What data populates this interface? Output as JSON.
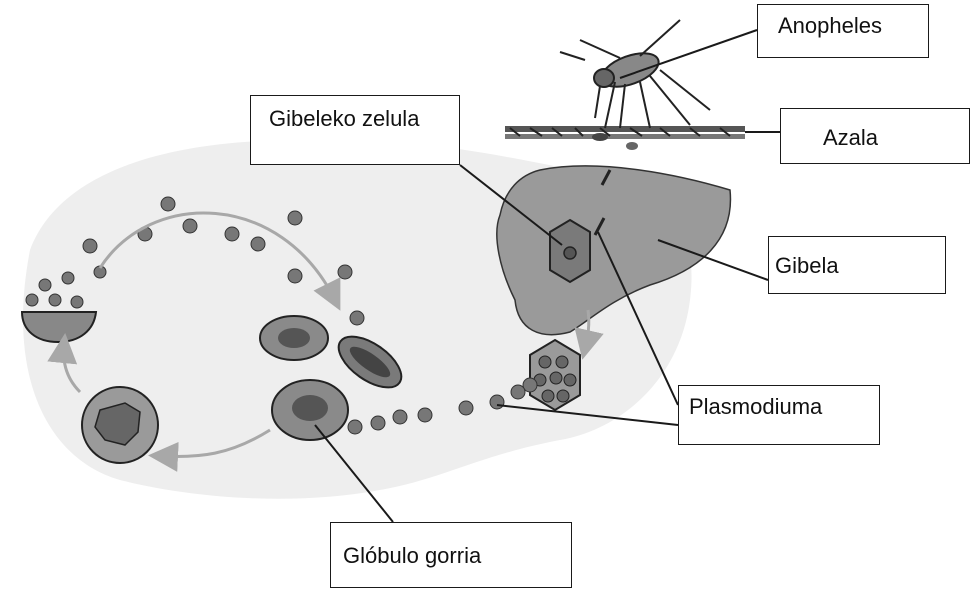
{
  "labels": {
    "anopheles": "Anopheles",
    "azala": "Azala",
    "gibeleko_zelula": "Gibeleko zelula",
    "gibela": "Gibela",
    "plasmodiuma": "Plasmodiuma",
    "globulo_gorria": "Glóbulo gorria"
  },
  "colors": {
    "ink": "#1a1a1a",
    "background_blob": "#eeeeee",
    "organ_fill": "#9a9a9a",
    "cell_fill": "#8a8a8a",
    "cell_dark": "#555555",
    "arrow": "#a8a8a8"
  }
}
